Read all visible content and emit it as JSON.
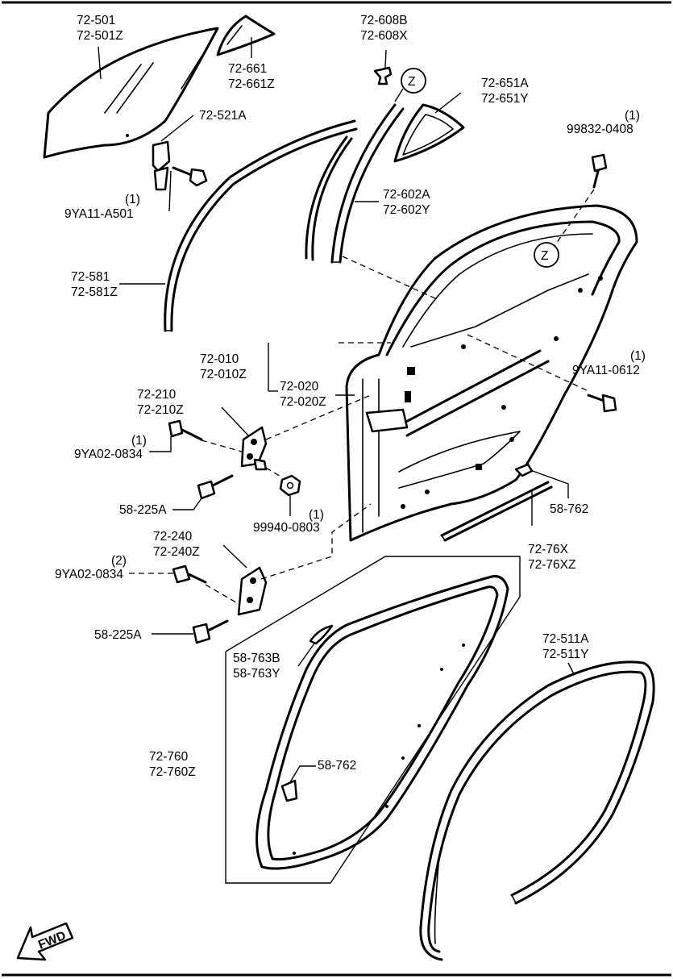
{
  "callouts": {
    "c501": [
      "72-501",
      "72-501Z"
    ],
    "c661": [
      "72-661",
      "72-661Z"
    ],
    "c608": [
      "72-608B",
      "72-608X"
    ],
    "c651": [
      "72-651A",
      "72-651Y"
    ],
    "c521": [
      "72-521A"
    ],
    "c99832": [
      "(1)",
      "99832-0408"
    ],
    "c602": [
      "72-602A",
      "72-602Y"
    ],
    "c9ya11a": [
      "(1)",
      "9YA11-A501"
    ],
    "c581": [
      "72-581",
      "72-581Z"
    ],
    "c010": [
      "72-010",
      "72-010Z"
    ],
    "c020": [
      "72-020",
      "72-020Z"
    ],
    "c0612": [
      "(1)",
      "9YA11-0612"
    ],
    "c210": [
      "72-210",
      "72-210Z"
    ],
    "c0834a": [
      "(1)",
      "9YA02-0834"
    ],
    "c225a": [
      "58-225A"
    ],
    "c762a": [
      "58-762"
    ],
    "c99940": [
      "(1)",
      "99940-0803"
    ],
    "c76x": [
      "72-76X",
      "72-76XZ"
    ],
    "c240": [
      "72-240",
      "72-240Z"
    ],
    "c0834b": [
      "(2)",
      "9YA02-0834"
    ],
    "c225b": [
      "58-225A"
    ],
    "c763": [
      "58-763B",
      "58-763Y"
    ],
    "c511": [
      "72-511A",
      "72-511Y"
    ],
    "c760": [
      "72-760",
      "72-760Z"
    ],
    "c762b": [
      "58-762"
    ]
  },
  "detail_marker": "Z",
  "fwd_label": "FWD"
}
